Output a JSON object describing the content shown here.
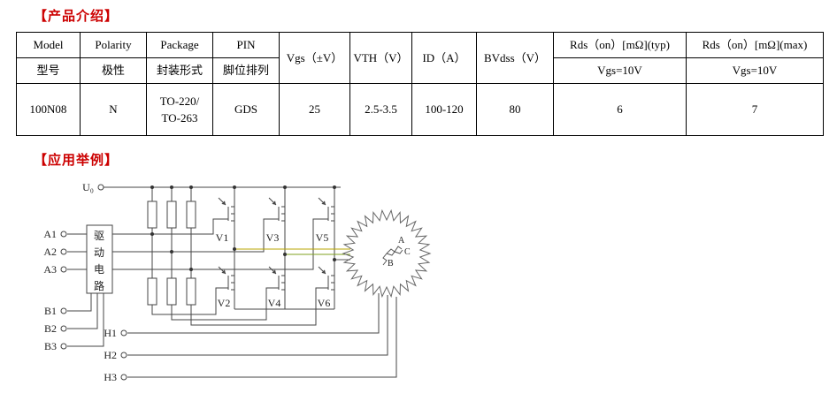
{
  "colors": {
    "heading": "#cc0000",
    "wire": "#444444",
    "phase1": "#b8a400",
    "phase2": "#7fa01f",
    "phase3": "#555555"
  },
  "sections": {
    "product_title": "【产品介绍】",
    "application_title": "【应用举例】"
  },
  "table": {
    "r1": {
      "model": "Model",
      "polarity": "Polarity",
      "package": "Package",
      "pin": "PIN",
      "vgs": "Vgs（±V）",
      "vth": "VTH（V）",
      "id": "ID（A）",
      "bvdss": "BVdss（V）",
      "rds_typ": "Rds（on）[mΩ](typ)",
      "rds_max": "Rds（on）[mΩ](max)"
    },
    "r2": {
      "model": "型号",
      "polarity": "极性",
      "package": "封装形式",
      "pin": "脚位排列",
      "rds_typ": "Vgs=10V",
      "rds_max": "Vgs=10V"
    },
    "r3": {
      "model": "100N08",
      "polarity": "N",
      "package_line1": "TO-220/",
      "package_line2": "TO-263",
      "pin": "GDS",
      "vgs": "25",
      "vth": "2.5-3.5",
      "id": "100-120",
      "bvdss": "80",
      "rds_typ": "6",
      "rds_max": "7"
    }
  },
  "circuit": {
    "u0_label": "U₀",
    "drive_chars": [
      "驱",
      "动",
      "电",
      "路"
    ],
    "a_inputs": [
      "A1",
      "A2",
      "A3"
    ],
    "b_inputs": [
      "B1",
      "B2",
      "B3"
    ],
    "h_inputs": [
      "H1",
      "H2",
      "H3"
    ],
    "mosfets_top": [
      "V1",
      "V3",
      "V5"
    ],
    "mosfets_bottom": [
      "V2",
      "V4",
      "V6"
    ],
    "motor_phases": [
      "A",
      "B",
      "C"
    ]
  }
}
